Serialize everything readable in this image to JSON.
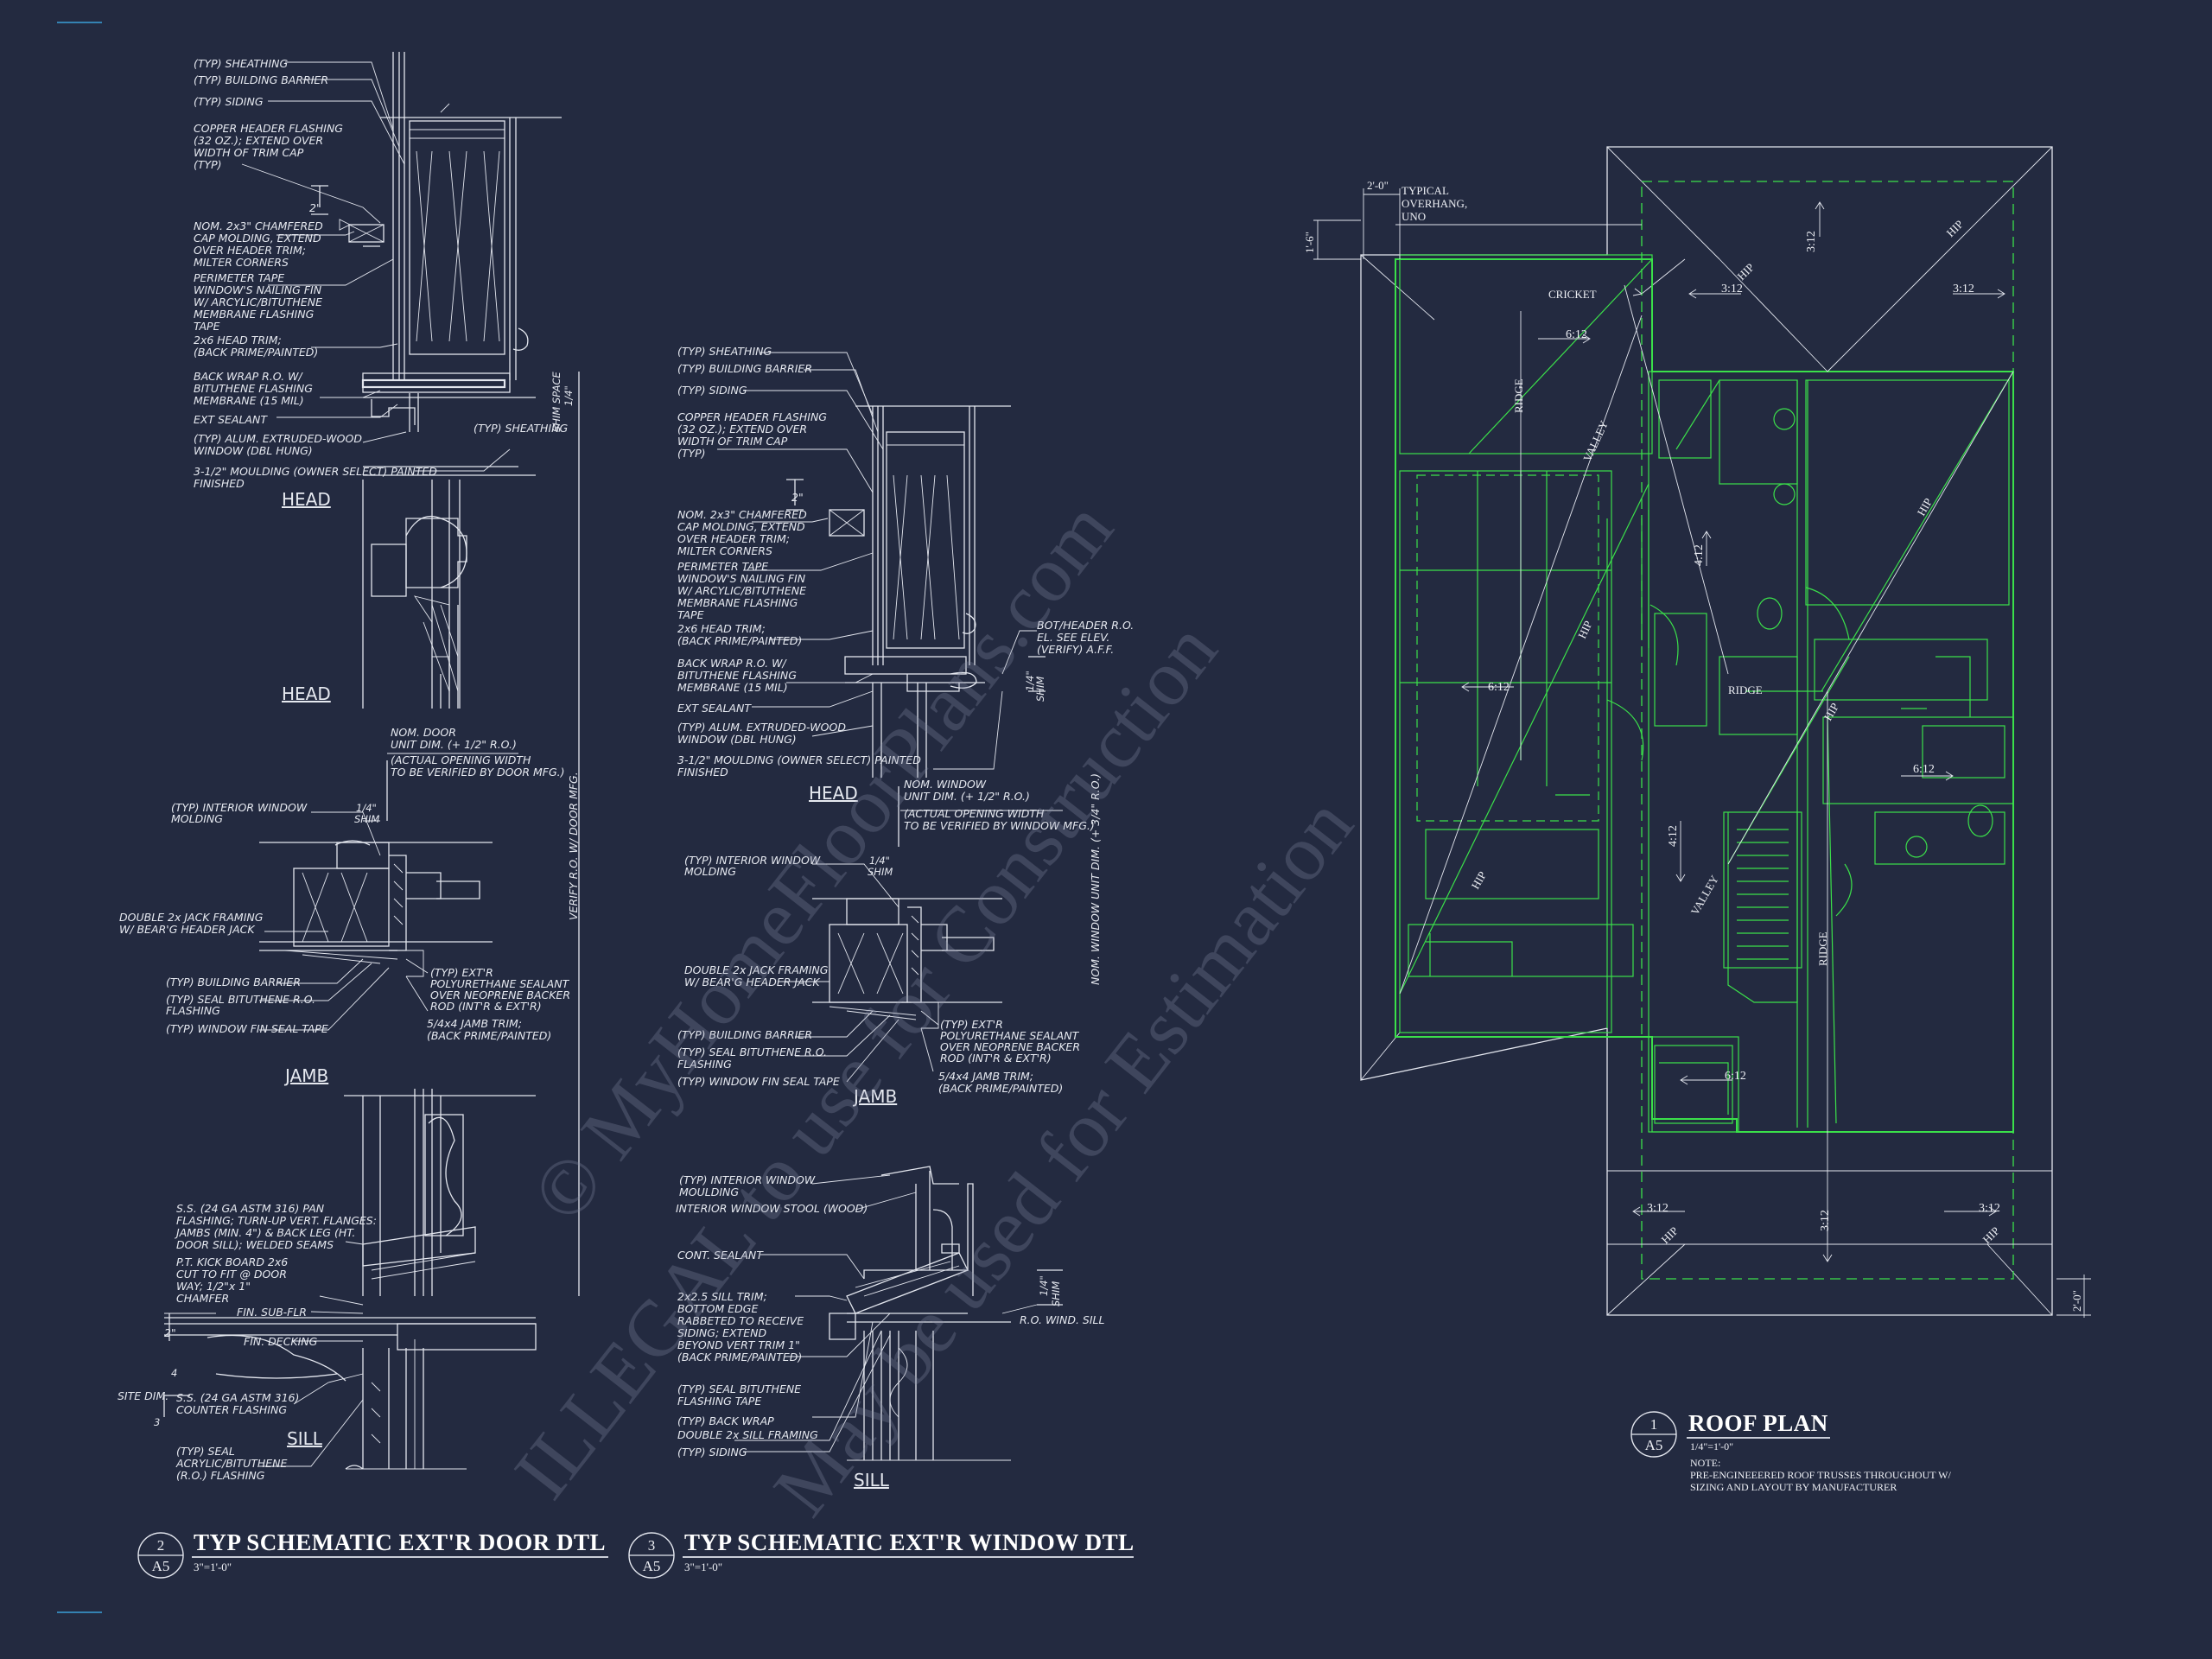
{
  "door_detail": {
    "head_notes": [
      "(TYP) SHEATHING",
      "(TYP) BUILDING BARRIER",
      "(TYP) SIDING",
      "COPPER HEADER FLASHING",
      "(32 OZ.); EXTEND OVER",
      "WIDTH OF TRIM CAP",
      "(TYP)",
      "NOM. 2x3\" CHAMFERED",
      "CAP MOLDING, EXTEND",
      "OVER HEADER TRIM;",
      "MILTER CORNERS",
      "PERIMETER TAPE",
      "WINDOW'S NAILING FIN",
      "W/ ARCYLIC/BITUTHENE",
      "MEMBRANE FLASHING",
      "TAPE",
      "2x6 HEAD TRIM;",
      "(BACK PRIME/PAINTED)",
      "BACK WRAP R.O. W/",
      "BITUTHENE FLASHING",
      "MEMBRANE (15 MIL)",
      "EXT SEALANT",
      "(TYP) ALUM. EXTRUDED-WOOD",
      "WINDOW (DBL HUNG)",
      "3-1/2\" MOULDING (OWNER SELECT) PAINTED",
      "FINISHED"
    ],
    "dim_2": "2\"",
    "dim_quarter": "1/4\"",
    "shim_space": "SHIM SPACE",
    "typ_sheathing": "(TYP) SHEATHING",
    "head_label_1": "HEAD",
    "head_label_2": "HEAD",
    "nom_door": [
      "NOM. DOOR",
      "UNIT DIM. (+ 1/2\" R.O.)"
    ],
    "actual_opening": [
      "(ACTUAL OPENING WIDTH",
      "TO BE VERIFIED BY DOOR MFG.)"
    ],
    "verify_ro": "VERIFY R.O. W/ DOOR MFG.",
    "jamb_notes_left": [
      "(TYP) INTERIOR WINDOW",
      "MOLDING",
      "DOUBLE 2x JACK FRAMING",
      "W/ BEAR'G HEADER JACK",
      "(TYP) BUILDING BARRIER",
      "(TYP) SEAL BITUTHENE R.O.",
      "FLASHING",
      "(TYP) WINDOW FIN SEAL TAPE"
    ],
    "jamb_shim": [
      "1/4\"",
      "SHIM"
    ],
    "jamb_notes_right": [
      "(TYP) EXT'R",
      "POLYURETHANE SEALANT",
      "OVER NEOPRENE BACKER",
      "ROD (INT'R & EXT'R)",
      "5/4x4 JAMB TRIM;",
      "(BACK PRIME/PAINTED)"
    ],
    "jamb_label": "JAMB",
    "sill_notes": [
      "S.S. (24 GA ASTM 316) PAN",
      "FLASHING; TURN-UP VERT. FLANGES:",
      "JAMBS (MIN. 4\") & BACK LEG (HT.",
      "DOOR SILL); WELDED SEAMS",
      "P.T. KICK BOARD 2x6",
      "CUT TO FIT @ DOOR",
      "WAY; 1/2\"x 1\"",
      "CHAMFER",
      "FIN. SUB-FLR",
      "FIN. DECKING",
      "SITE DIM.",
      "S.S. (24 GA ASTM 316)",
      "COUNTER FLASHING",
      "(TYP) SEAL",
      "ACRYLIC/BITUTHENE",
      "(R.O.) FLASHING"
    ],
    "sill_dim_2": "2\"",
    "slope_4": "4",
    "slope_3": "3",
    "sill_label": "SILL"
  },
  "window_detail": {
    "head_notes": [
      "(TYP) SHEATHING",
      "(TYP) BUILDING BARRIER",
      "(TYP) SIDING",
      "COPPER HEADER FLASHING",
      "(32 OZ.); EXTEND OVER",
      "WIDTH OF TRIM CAP",
      "(TYP)",
      "NOM. 2x3\" CHAMFERED",
      "CAP MOLDING, EXTEND",
      "OVER HEADER TRIM;",
      "MILTER CORNERS",
      "PERIMETER TAPE",
      "WINDOW'S NAILING FIN",
      "W/ ARCYLIC/BITUTHENE",
      "MEMBRANE FLASHING",
      "TAPE",
      "2x6 HEAD TRIM;",
      "(BACK PRIME/PAINTED)",
      "BACK WRAP R.O. W/",
      "BITUTHENE FLASHING",
      "MEMBRANE (15 MIL)",
      "EXT SEALANT",
      "(TYP) ALUM. EXTRUDED-WOOD",
      "WINDOW (DBL HUNG)",
      "3-1/2\" MOULDING (OWNER SELECT) PAINTED",
      "FINISHED"
    ],
    "dim_2": "2\"",
    "bot_header": [
      "BOT/HEADER R.O.",
      "EL. SEE ELEV.",
      "(VERIFY) A.F.F."
    ],
    "shim_dim": [
      "1/4\"",
      "SHIM"
    ],
    "head_label": "HEAD",
    "nom_window": [
      "NOM. WINDOW",
      "UNIT DIM. (+ 1/2\" R.O.)"
    ],
    "actual_opening": [
      "(ACTUAL OPENING WIDTH",
      "TO BE VERIFIED BY WINDOW MFG.)"
    ],
    "nom_window_vert": "NOM. WINDOW UNIT DIM. (+ 3/4\" R.O.)",
    "jamb_notes_left": [
      "(TYP) INTERIOR WINDOW",
      "MOLDING",
      "DOUBLE 2x JACK FRAMING",
      "W/ BEAR'G HEADER JACK",
      "(TYP) BUILDING BARRIER",
      "(TYP) SEAL BITUTHENE R.O.",
      "FLASHING",
      "(TYP) WINDOW FIN SEAL TAPE"
    ],
    "jamb_shim": [
      "1/4\"",
      "SHIM"
    ],
    "jamb_notes_right": [
      "(TYP) EXT'R",
      "POLYURETHANE SEALANT",
      "OVER NEOPRENE BACKER",
      "ROD (INT'R & EXT'R)",
      "5/4x4 JAMB TRIM;",
      "(BACK PRIME/PAINTED)"
    ],
    "jamb_label": "JAMB",
    "sill_notes": [
      "(TYP) INTERIOR WINDOW",
      "MOULDING",
      "INTERIOR WINDOW STOOL (WOOD)",
      "CONT. SEALANT",
      "2x2.5 SILL TRIM;",
      "BOTTOM EDGE",
      "RABBETED TO RECEIVE",
      "SIDING; EXTEND",
      "BEYOND VERT TRIM 1\"",
      "(BACK PRIME/PAINTED)",
      "(TYP) SEAL BITUTHENE",
      "FLASHING TAPE",
      "(TYP) BACK WRAP",
      "DOUBLE 2x SILL FRAMING",
      "(TYP) SIDING"
    ],
    "sill_shim": [
      "1/4\"",
      "SHIM"
    ],
    "ro_wind_sill": "R.O. WIND. SILL",
    "sill_label": "SILL"
  },
  "roof_plan": {
    "overhang_dim": "2'-0\"",
    "overhang_note": [
      "TYPICAL",
      "OVERHANG,",
      "UNO"
    ],
    "dim_1_6": "1'-6\"",
    "dim_bottom": "2'-0\"",
    "cricket": "CRICKET",
    "ridge": "RIDGE",
    "hip": "HIP",
    "valley": "VALLEY",
    "slope_6_12": "6:12",
    "slope_4_12": "4:12",
    "slope_3_12": "3:12"
  },
  "titles": {
    "door": {
      "num": "2",
      "sheet": "A5",
      "title": "TYP SCHEMATIC EXT'R DOOR DTL",
      "scale": "3\"=1'-0\""
    },
    "window": {
      "num": "3",
      "sheet": "A5",
      "title": "TYP SCHEMATIC EXT'R WINDOW DTL",
      "scale": "3\"=1'-0\""
    },
    "roof": {
      "num": "1",
      "sheet": "A5",
      "title": "ROOF PLAN",
      "scale": "1/4\"=1'-0\"",
      "note": [
        "NOTE:",
        "PRE-ENGINEEERED ROOF TRUSSES THROUGHOUT W/",
        "SIZING AND LAYOUT BY MANUFACTURER"
      ]
    }
  },
  "watermark": {
    "line1": "© MyHomeFloorPlans.com",
    "line2": "ILLEGAL to use for Construction",
    "line3": "May be used for Estimation"
  },
  "colors": {
    "background": "#232a40",
    "linework": "#e3e6ee",
    "roof_plan": "#3be04a"
  }
}
